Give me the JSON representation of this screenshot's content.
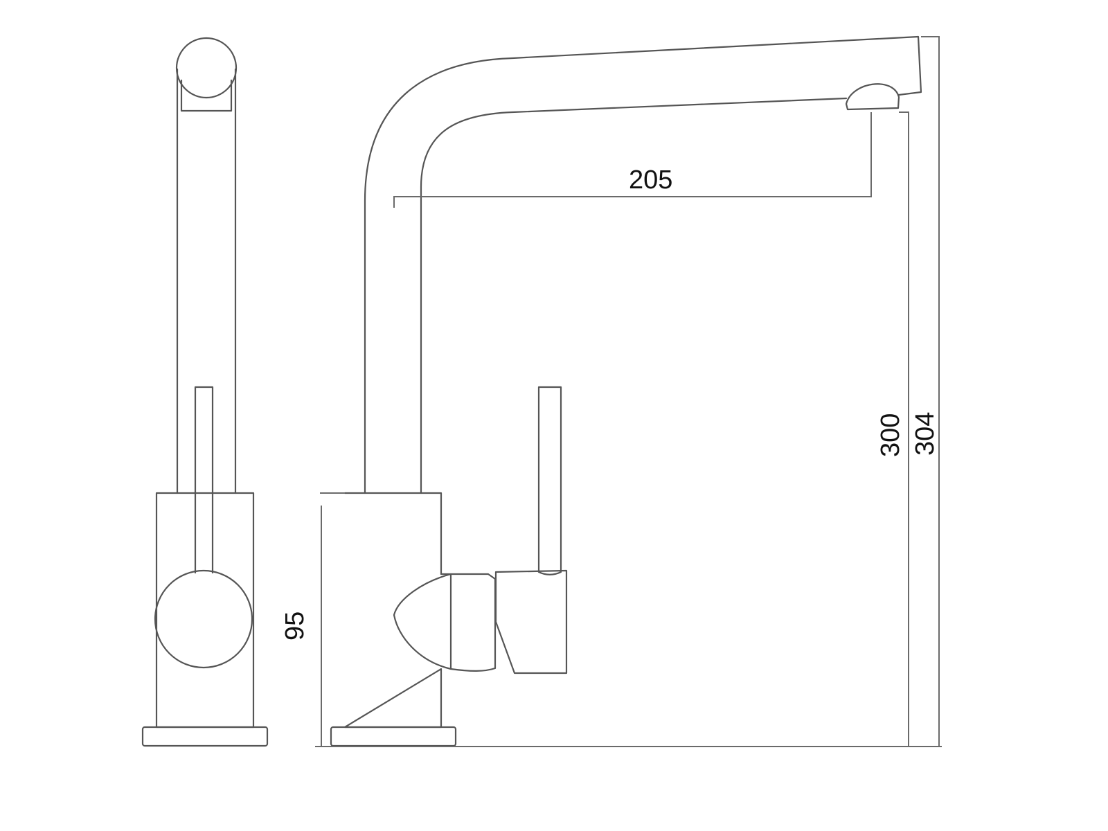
{
  "diagram": {
    "title": "",
    "subject": "kitchen mixer tap technical drawing",
    "views": [
      {
        "name": "front-view"
      },
      {
        "name": "side-view"
      }
    ],
    "dimensions": {
      "spout_reach": "205",
      "height_to_outlet": "300",
      "total_height": "304",
      "body_height": "95"
    },
    "colors": {
      "line": "#555555",
      "text": "#111111",
      "background": "#ffffff"
    }
  }
}
